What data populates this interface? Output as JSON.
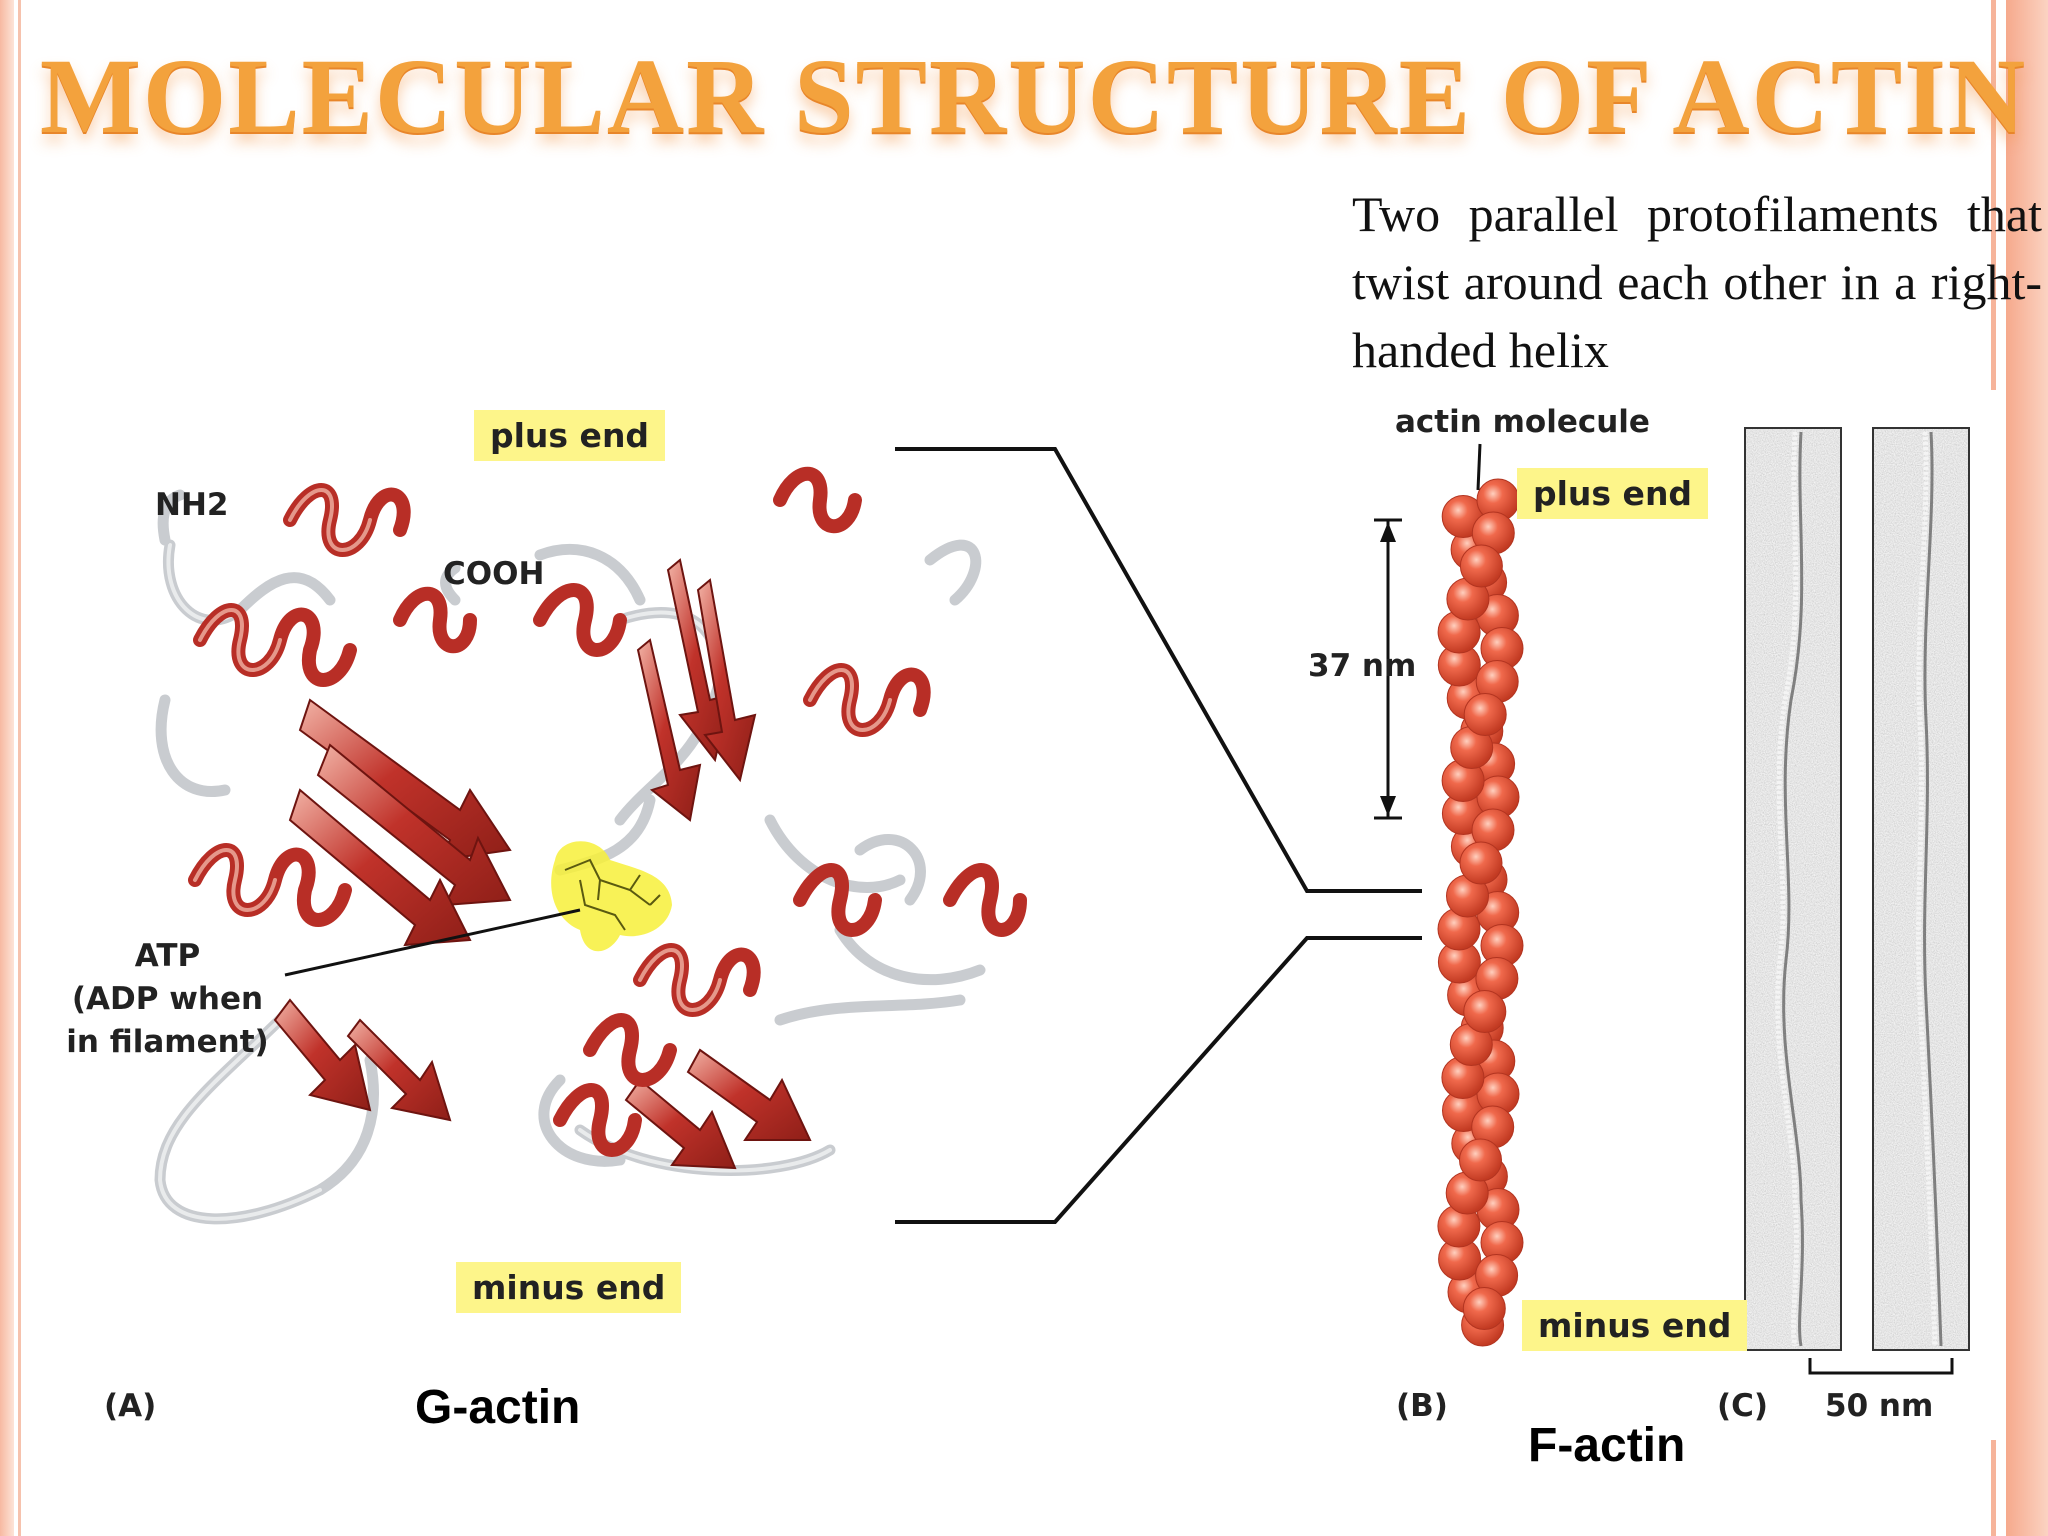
{
  "slide": {
    "title": "MOLECULAR STRUCTURE OF ACTIN",
    "description": "Two parallel protofilaments that twist around each other in a right-handed helix"
  },
  "panel_a": {
    "plus_end": "plus end",
    "minus_end": "minus end",
    "nh2": "NH2",
    "cooh": "COOH",
    "atp_line1": "ATP",
    "atp_line2": "(ADP when",
    "atp_line3": "in filament)",
    "panel_letter": "(A)",
    "caption": "G-actin"
  },
  "panel_b": {
    "actin_molecule": "actin molecule",
    "plus_end": "plus end",
    "minus_end": "minus end",
    "repeat_length": "37 nm",
    "panel_letter": "(B)",
    "caption": "F-actin"
  },
  "panel_c": {
    "panel_letter": "(C)",
    "scale_bar": "50 nm"
  },
  "colors": {
    "title": "#f3a23d",
    "highlight": "#fdf58a",
    "helix_red": "#c0322a",
    "bead_red": "#e8533a",
    "border": "#f6a98c"
  }
}
